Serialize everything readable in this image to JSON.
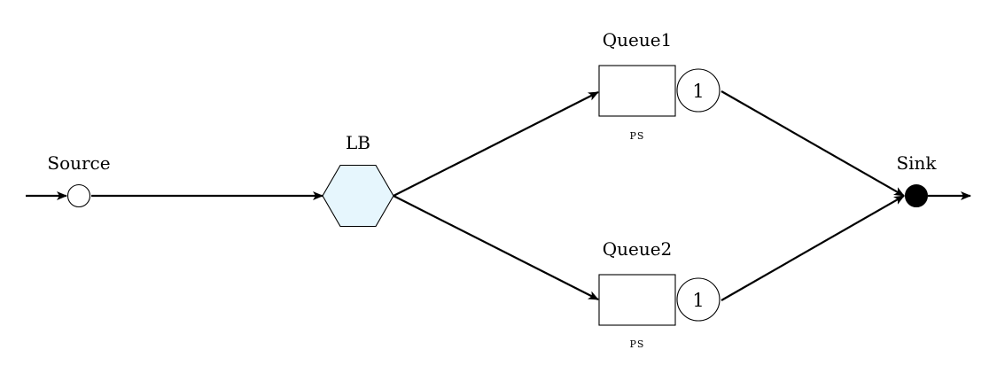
{
  "nodes": {
    "source": {
      "label": "Source"
    },
    "lb": {
      "label": "LB"
    },
    "queue1": {
      "label": "Queue1",
      "servers": "1",
      "discipline": "PS"
    },
    "queue2": {
      "label": "Queue2",
      "servers": "1",
      "discipline": "PS"
    },
    "sink": {
      "label": "Sink"
    }
  },
  "colors": {
    "lb_fill": "#e6f6fd",
    "stroke": "#000000",
    "sink_fill": "#000000"
  },
  "edges": [
    {
      "from": "input",
      "to": "source"
    },
    {
      "from": "source",
      "to": "lb"
    },
    {
      "from": "lb",
      "to": "queue1"
    },
    {
      "from": "lb",
      "to": "queue2"
    },
    {
      "from": "queue1",
      "to": "sink"
    },
    {
      "from": "queue2",
      "to": "sink"
    },
    {
      "from": "sink",
      "to": "output"
    }
  ]
}
